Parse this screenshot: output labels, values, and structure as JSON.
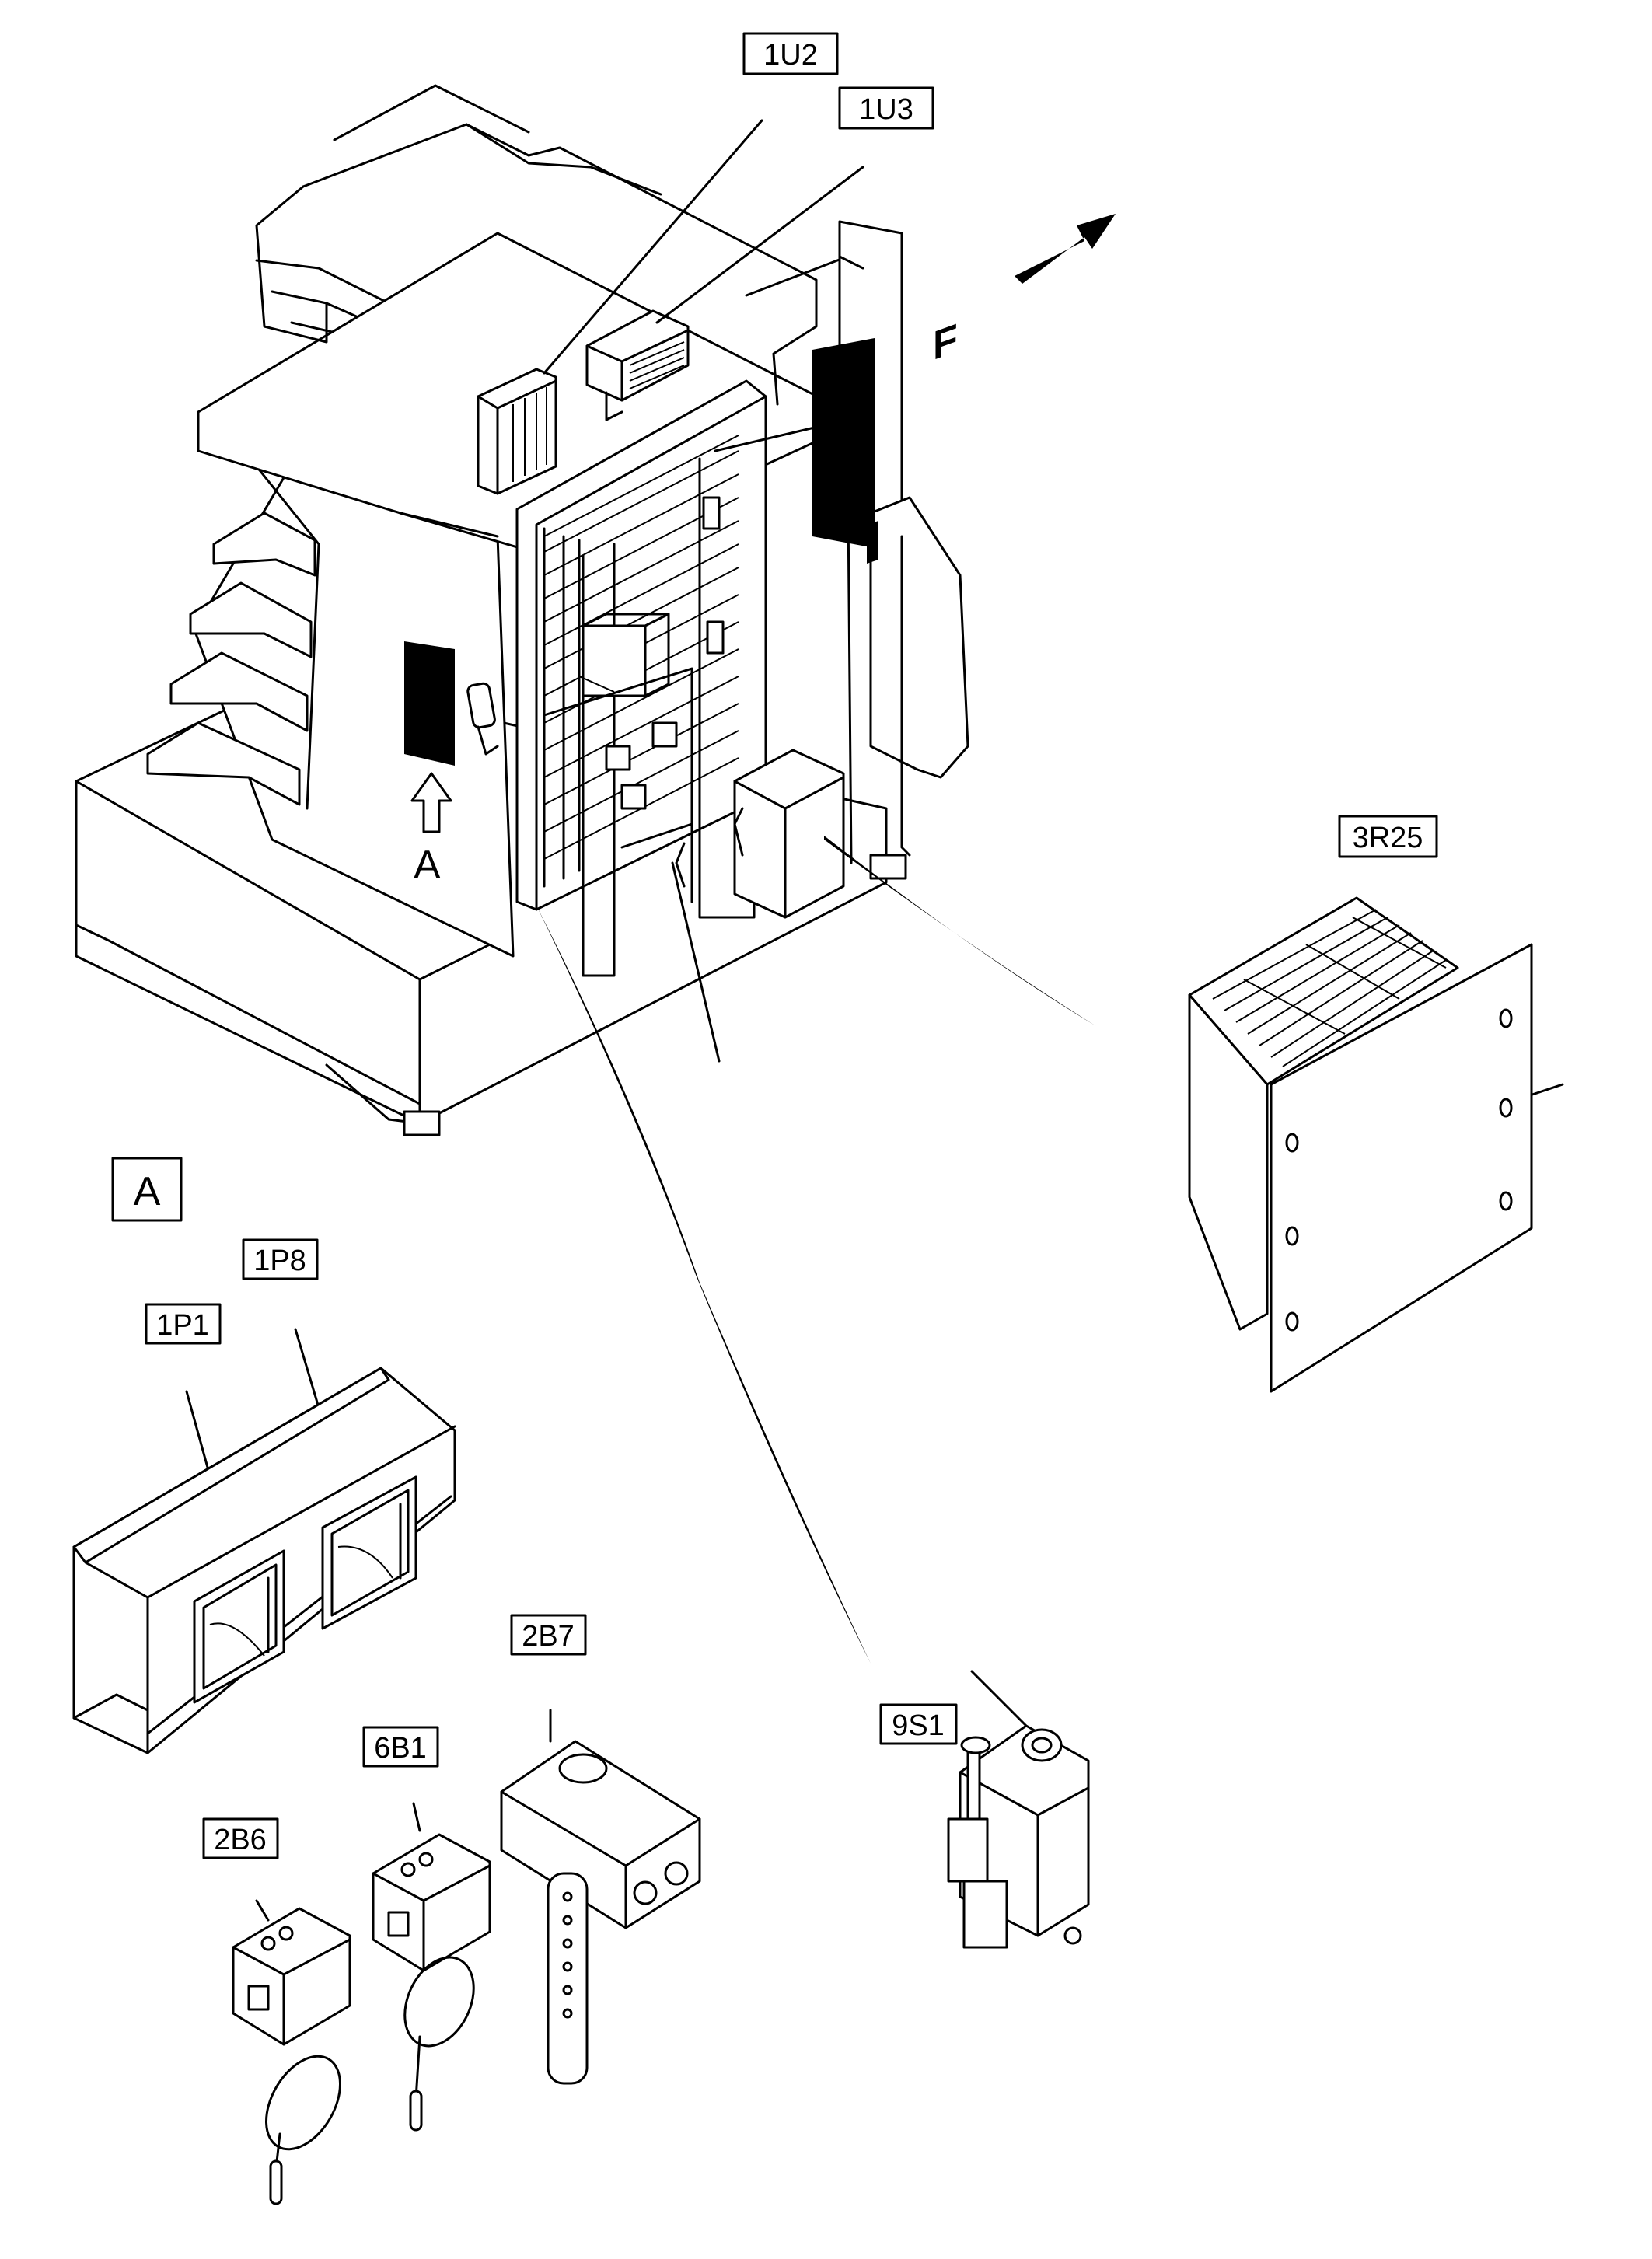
{
  "labels": {
    "u2": "1U2",
    "u3": "1U3",
    "r25": "3R25",
    "p8": "1P8",
    "p1": "1P1",
    "b7": "2B7",
    "s1": "9S1",
    "b61": "6B1",
    "b6": "2B6"
  },
  "view": {
    "box_letter": "A",
    "arrow_letter": "A",
    "direction_letter": "F"
  }
}
